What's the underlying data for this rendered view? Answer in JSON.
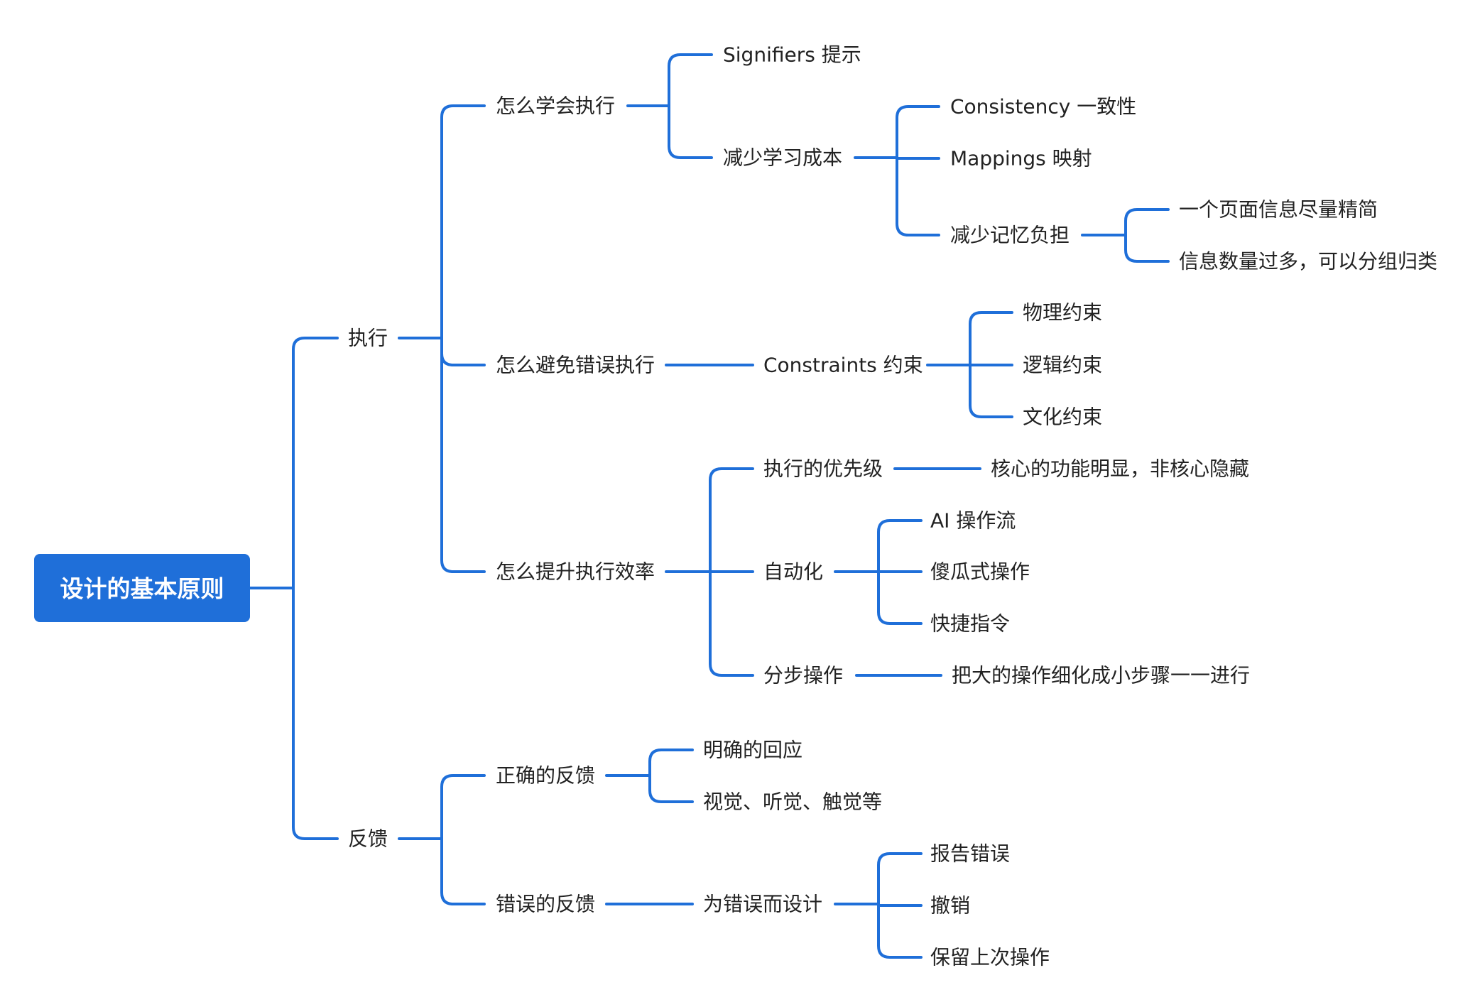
{
  "theme": {
    "line_color": "#1f6fd9",
    "root_color": "#1f6fd9",
    "root_text_color": "#ffffff",
    "text_color": "#222222"
  },
  "root": {
    "label": "设计的基本原则"
  },
  "branches": [
    {
      "label": "执行",
      "children": [
        {
          "label": "怎么学会执行",
          "children": [
            {
              "label": "Signifiers 提示"
            },
            {
              "label": "减少学习成本",
              "children": [
                {
                  "label": "Consistency 一致性"
                },
                {
                  "label": "Mappings 映射"
                },
                {
                  "label": "减少记忆负担",
                  "children": [
                    {
                      "label": "一个页面信息尽量精简"
                    },
                    {
                      "label": "信息数量过多，可以分组归类"
                    }
                  ]
                }
              ]
            }
          ]
        },
        {
          "label": "怎么避免错误执行",
          "children": [
            {
              "label": "Constraints 约束",
              "children": [
                {
                  "label": "物理约束"
                },
                {
                  "label": "逻辑约束"
                },
                {
                  "label": "文化约束"
                }
              ]
            }
          ]
        },
        {
          "label": "怎么提升执行效率",
          "children": [
            {
              "label": "执行的优先级",
              "children": [
                {
                  "label": "核心的功能明显，非核心隐藏"
                }
              ]
            },
            {
              "label": "自动化",
              "children": [
                {
                  "label": "AI 操作流"
                },
                {
                  "label": "傻瓜式操作"
                },
                {
                  "label": "快捷指令"
                }
              ]
            },
            {
              "label": "分步操作",
              "children": [
                {
                  "label": "把大的操作细化成小步骤一一进行"
                }
              ]
            }
          ]
        }
      ]
    },
    {
      "label": "反馈",
      "children": [
        {
          "label": "正确的反馈",
          "children": [
            {
              "label": "明确的回应"
            },
            {
              "label": "视觉、听觉、触觉等"
            }
          ]
        },
        {
          "label": "错误的反馈",
          "children": [
            {
              "label": "为错误而设计",
              "children": [
                {
                  "label": "报告错误"
                },
                {
                  "label": "撤销"
                },
                {
                  "label": "保留上次操作"
                }
              ]
            }
          ]
        }
      ]
    }
  ]
}
